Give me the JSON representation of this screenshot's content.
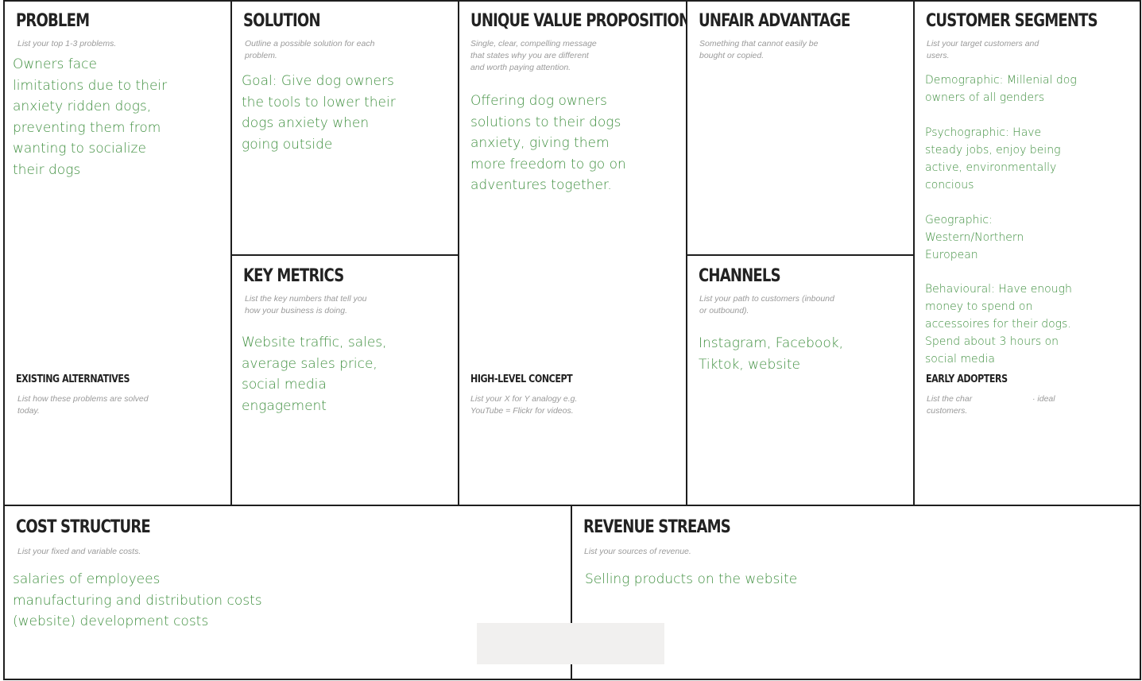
{
  "canvas": {
    "problem": {
      "title": "PROBLEM",
      "hint": "List your top 1-3 problems.",
      "body": "Owners face\nlimitations due to their\nanxiety ridden dogs,\npreventing them from\nwanting to socialize\ntheir dogs",
      "existing_title": "EXISTING ALTERNATIVES",
      "existing_hint": "List how these problems are solved\ntoday."
    },
    "solution": {
      "title": "SOLUTION",
      "hint": "Outline a possible solution for each\nproblem.",
      "body": "Goal: Give dog owners\nthe tools to lower their\ndogs anxiety when\ngoing outside"
    },
    "key_metrics": {
      "title": "KEY METRICS",
      "hint": "List the key numbers that tell you\nhow your business is doing.",
      "body": "Website traffic, sales,\naverage sales price,\nsocial media\nengagement"
    },
    "uvp": {
      "title": "UNIQUE VALUE PROPOSITION",
      "hint": "Single, clear, compelling message\nthat states why you are different\nand worth paying attention.",
      "body": "Offering dog owners\nsolutions to their dogs\nanxiety, giving them\nmore freedom to go on\nadventures together.",
      "concept_title": "HIGH-LEVEL CONCEPT",
      "concept_hint": "List your X for Y analogy e.g.\nYouTube = Flickr for videos."
    },
    "unfair": {
      "title": "UNFAIR ADVANTAGE",
      "hint": "Something that cannot easily be\nbought or copied."
    },
    "channels": {
      "title": "CHANNELS",
      "hint": "List your path to customers (inbound\nor outbound).",
      "body": "Instagram, Facebook,\nTiktok, website"
    },
    "segments": {
      "title": "CUSTOMER SEGMENTS",
      "hint": "List your target customers and\nusers.",
      "demographic": "Demographic: Millenial dog\nowners of all genders",
      "psychographic": "Psychographic: Have\nsteady jobs, enjoy being\nactive, environmentally\nconcious",
      "geographic": "Geographic:\nWestern/Northern\nEuropean",
      "behavioural": "Behavioural: Have enough\nmoney to spend on\naccessoires for their dogs.\nSpend about 3 hours on\nsocial media",
      "early_title": "EARLY ADOPTERS",
      "early_hint_a": "List the char",
      "early_hint_b": "· ideal",
      "early_hint_c": "customers."
    },
    "cost": {
      "title": "COST STRUCTURE",
      "hint": "List your fixed and variable costs.",
      "body": "salaries of employees\nmanufacturing and distribution costs\n(website) development costs"
    },
    "revenue": {
      "title": "REVENUE STREAMS",
      "hint": "List your sources of revenue.",
      "body": "Selling products on the website"
    }
  },
  "colors": {
    "border": "#1e1e1e",
    "body_text": "#3f8f3f",
    "hint_text": "#9a9a9a"
  }
}
